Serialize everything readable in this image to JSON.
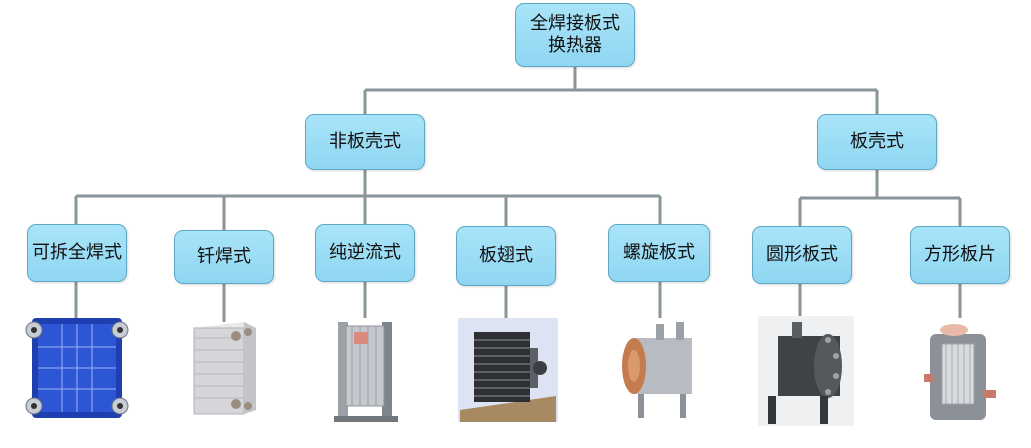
{
  "diagram": {
    "root": {
      "label": "全焊接板式\n换热器"
    },
    "branches": [
      {
        "label": "非板壳式",
        "leaves": [
          {
            "label": "可拆全焊式",
            "image": "blue-plate-heat-exchanger-image"
          },
          {
            "label": "钎焊式",
            "image": "brazed-plate-heat-exchanger-image"
          },
          {
            "label": "纯逆流式",
            "image": "frame-plate-heat-exchanger-image"
          },
          {
            "label": "板翅式",
            "image": "plate-fin-heat-exchanger-image"
          },
          {
            "label": "螺旋板式",
            "image": "spiral-plate-heat-exchanger-image"
          }
        ]
      },
      {
        "label": "板壳式",
        "leaves": [
          {
            "label": "圆形板式",
            "image": "round-plate-shell-exchanger-image"
          },
          {
            "label": "方形板片",
            "image": "square-plate-shell-exchanger-image"
          }
        ]
      }
    ],
    "colors": {
      "box_fill": "#9edcf5",
      "box_border": "#5ea8c6",
      "connector": "#7f8c8d"
    }
  }
}
